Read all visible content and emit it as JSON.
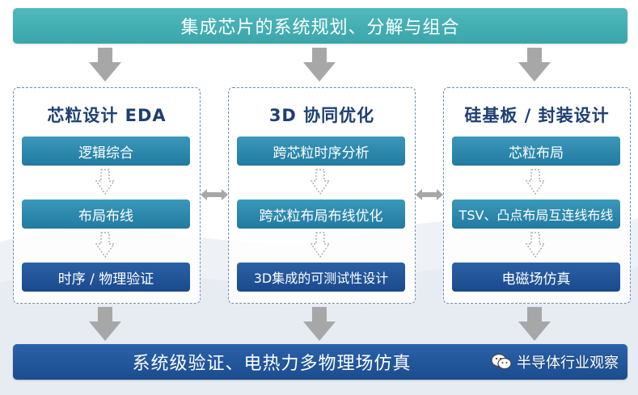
{
  "header": {
    "title": "集成芯片的系统规划、分解与组合"
  },
  "footer": {
    "title": "系统级验证、电热力多物理场仿真"
  },
  "watermark": {
    "text": "半导体行业观察",
    "icon": "wechat-icon"
  },
  "columns": [
    {
      "title": "芯粒设计 EDA",
      "steps": [
        "逻辑综合",
        "布局布线",
        "时序 / 物理验证"
      ]
    },
    {
      "title": "3D 协同优化",
      "steps": [
        "跨芯粒时序分析",
        "跨芯粒布局布线优化",
        "3D集成的可测试性设计"
      ]
    },
    {
      "title": "硅基板 / 封装设计",
      "steps": [
        "芯粒布局",
        "TSV、凸点布局互连线布线",
        "电磁场仿真"
      ]
    }
  ],
  "colors": {
    "top_banner": "#3aa6aa",
    "bottom_banner": "#1b4c8f",
    "step_teal": "#227aa0",
    "step_blue": "#1a4a8c",
    "title_text": "#1d3f72",
    "arrow_gray": "#a7a7a7"
  }
}
